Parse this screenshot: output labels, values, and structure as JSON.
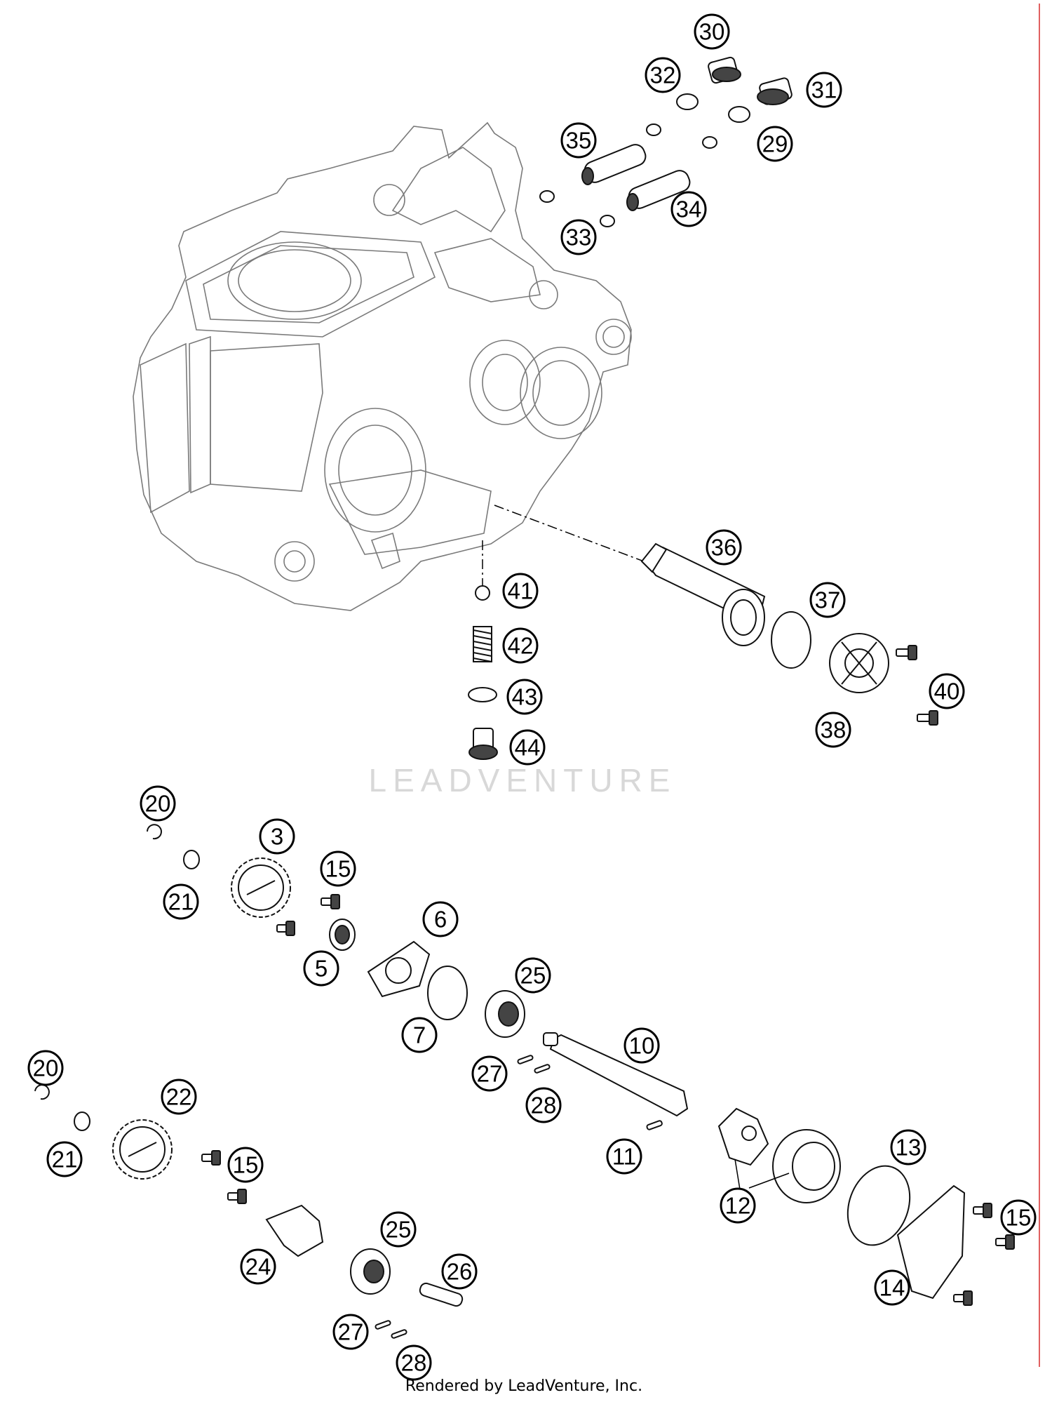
{
  "watermark": "LEADVENTURE",
  "footer": "Rendered by LeadVenture, Inc.",
  "callouts": [
    "30",
    "32",
    "31",
    "29",
    "35",
    "34",
    "33",
    "36",
    "37",
    "41",
    "42",
    "43",
    "44",
    "40",
    "38",
    "20",
    "3",
    "15",
    "21",
    "6",
    "5",
    "25",
    "7",
    "10",
    "27",
    "28",
    "20",
    "22",
    "21",
    "15",
    "11",
    "13",
    "12",
    "15",
    "24",
    "25",
    "26",
    "14",
    "27",
    "28"
  ],
  "colors": {
    "edge_line": "#e06060",
    "ink": "#000000"
  }
}
